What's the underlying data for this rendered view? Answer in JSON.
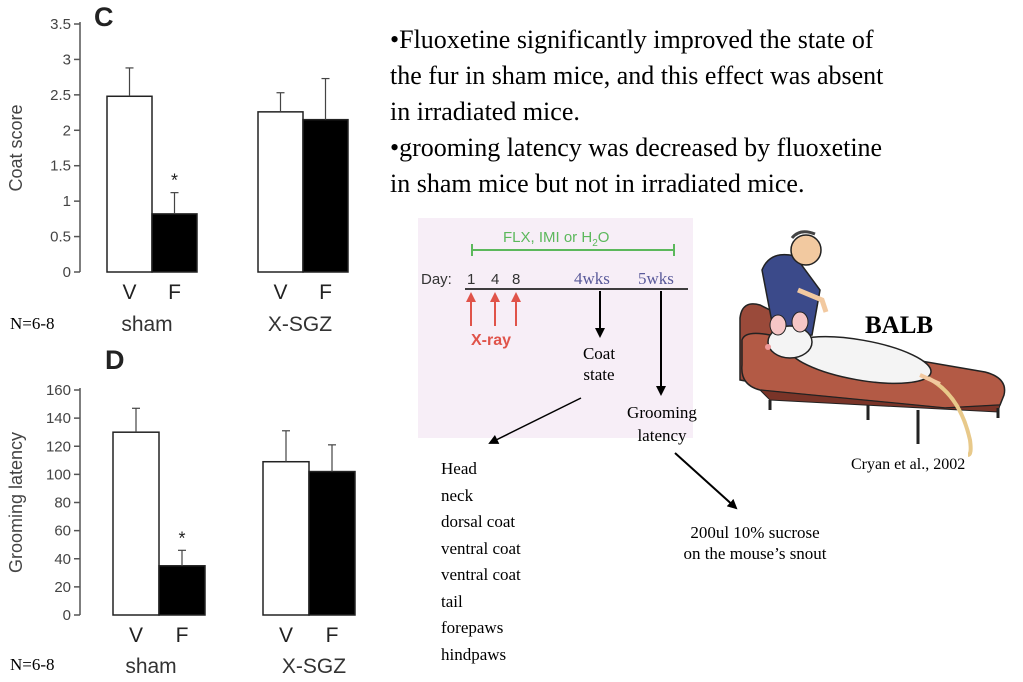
{
  "chart_data": [
    {
      "type": "bar",
      "panel_letter": "C",
      "ylabel": "Coat score",
      "ylim": [
        0,
        3.5
      ],
      "yticks": [
        "0",
        "0.5",
        "1",
        "1.5",
        "2",
        "2.5",
        "3",
        "3.5"
      ],
      "categories": [
        "V",
        "F",
        "V",
        "F"
      ],
      "groups": [
        "sham",
        "X-SGZ"
      ],
      "values": [
        2.48,
        0.82,
        2.26,
        2.15
      ],
      "errors": [
        0.4,
        0.3,
        0.27,
        0.58
      ],
      "bar_colors": [
        "#ffffff",
        "#000000",
        "#ffffff",
        "#000000"
      ],
      "significance": [
        "",
        "*",
        "",
        ""
      ]
    },
    {
      "type": "bar",
      "panel_letter": "D",
      "ylabel": "Grooming latency",
      "ylim": [
        0,
        160
      ],
      "yticks": [
        "0",
        "20",
        "40",
        "60",
        "80",
        "100",
        "120",
        "140",
        "160"
      ],
      "categories": [
        "V",
        "F",
        "V",
        "F"
      ],
      "groups": [
        "sham",
        "X-SGZ"
      ],
      "values": [
        130,
        35,
        109,
        102
      ],
      "errors": [
        17,
        11,
        22,
        19
      ],
      "bar_colors": [
        "#ffffff",
        "#000000",
        "#ffffff",
        "#000000"
      ],
      "significance": [
        "",
        "*",
        "",
        ""
      ]
    }
  ],
  "sample_size": [
    "N=6-8",
    "N=6-8"
  ],
  "bullets": [
    "•Fluoxetine significantly improved the state of",
    "the fur in sham mice, and this effect was absent",
    "in irradiated mice.",
    "•grooming latency was decreased by fluoxetine",
    "in sham mice but not in irradiated mice."
  ],
  "timeline": {
    "treatment": "FLX, IMI or H",
    "treatment_sub": "2",
    "treatment_end": "O",
    "day_label": "Day:",
    "days": [
      "1",
      "4",
      "8"
    ],
    "week4": "4wks",
    "week5": "5wks",
    "xray": "X-ray",
    "coat_state": [
      "Coat",
      "state"
    ],
    "grooming": [
      "Grooming",
      "latency"
    ]
  },
  "coat_areas": [
    "Head",
    "neck",
    "dorsal coat",
    "ventral coat",
    "ventral coat",
    "tail",
    "forepaws",
    "hindpaws"
  ],
  "sucrose": [
    "200ul 10% sucrose",
    "on the mouse’s snout"
  ],
  "strain": "BALB",
  "citation": "Cryan et al., 2002",
  "colors": {
    "green": "#5cb85c",
    "red": "#e0534a",
    "week_blue": "#5a5a9a",
    "bg_pink": "#f7eef7"
  }
}
